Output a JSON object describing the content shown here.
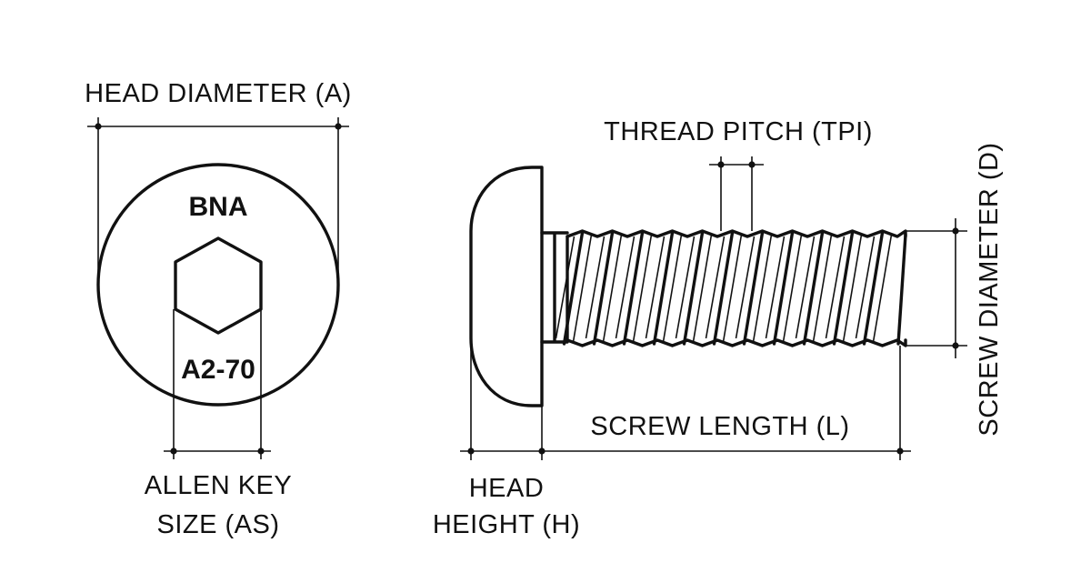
{
  "labels": {
    "head_diameter": "HEAD DIAMETER (A)",
    "thread_pitch": "THREAD PITCH (TPI)",
    "screw_diameter": "SCREW DIAMETER (D)",
    "screw_length": "SCREW LENGTH (L)",
    "head_height_line1": "HEAD",
    "head_height_line2": "HEIGHT (H)",
    "allen_key_line1": "ALLEN KEY",
    "allen_key_line2": "SIZE (AS)"
  },
  "markings": {
    "brand": "BNA",
    "grade": "A2-70"
  },
  "colors": {
    "line": "#111111",
    "background": "#ffffff"
  }
}
